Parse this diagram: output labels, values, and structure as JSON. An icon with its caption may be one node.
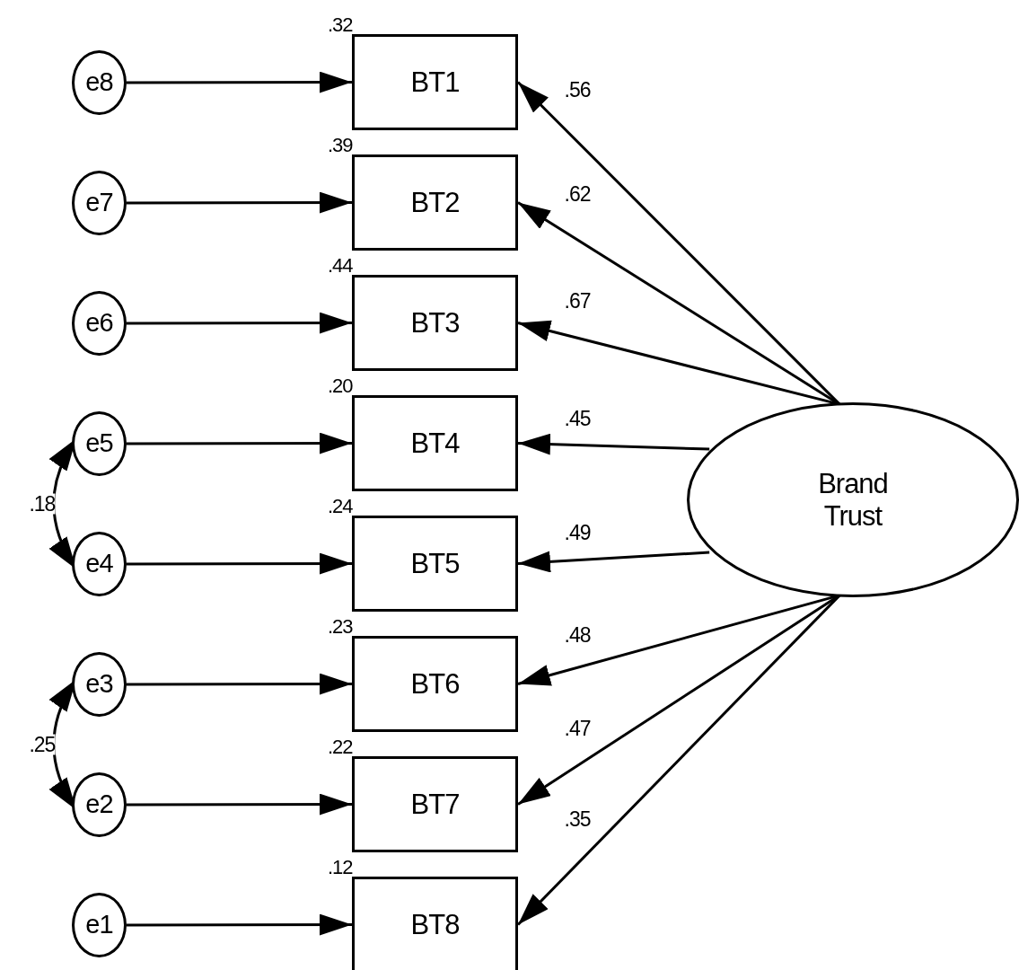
{
  "diagram": {
    "nodes": [
      {
        "text": [
          "e8"
        ]
      },
      {
        "text": [
          "e7"
        ]
      },
      {
        "text": [
          "e6"
        ]
      },
      {
        "text": [
          "e5"
        ]
      },
      {
        "text": [
          "e4"
        ]
      },
      {
        "text": [
          "e3"
        ]
      },
      {
        "text": [
          "e2"
        ]
      },
      {
        "text": [
          "e1"
        ]
      },
      {
        "text": [
          "BT1"
        ],
        "beside": [
          ".32"
        ]
      },
      {
        "text": [
          "BT2"
        ],
        "beside": [
          ".39"
        ]
      },
      {
        "text": [
          "BT3"
        ],
        "beside": [
          ".44"
        ]
      },
      {
        "text": [
          "BT4"
        ],
        "beside": [
          ".20"
        ]
      },
      {
        "text": [
          "BT5"
        ],
        "beside": [
          ".24"
        ]
      },
      {
        "text": [
          "BT6"
        ],
        "beside": [
          ".23"
        ]
      },
      {
        "text": [
          "BT7"
        ],
        "beside": [
          ".22"
        ]
      },
      {
        "text": [
          "BT8"
        ],
        "beside": [
          ".12"
        ]
      },
      {
        "text": [
          "Brand Trust"
        ]
      }
    ],
    "edges": [
      {
        "from": 0,
        "to": 8,
        "arrow": "to"
      },
      {
        "from": 1,
        "to": 9,
        "arrow": "to"
      },
      {
        "from": 2,
        "to": 10,
        "arrow": "to"
      },
      {
        "from": 3,
        "to": 11,
        "arrow": "to"
      },
      {
        "from": 4,
        "to": 12,
        "arrow": "to"
      },
      {
        "from": 5,
        "to": 13,
        "arrow": "to"
      },
      {
        "from": 6,
        "to": 14,
        "arrow": "to"
      },
      {
        "from": 7,
        "to": 15,
        "arrow": "to"
      },
      {
        "from": 16,
        "to": 8,
        "arrow": "to",
        "label": ".56"
      },
      {
        "from": 16,
        "to": 9,
        "arrow": "to",
        "label": ".62"
      },
      {
        "from": 16,
        "to": 10,
        "arrow": "to",
        "label": ".67"
      },
      {
        "from": 16,
        "to": 11,
        "arrow": "to",
        "label": ".45"
      },
      {
        "from": 16,
        "to": 12,
        "arrow": "to",
        "label": ".49"
      },
      {
        "from": 16,
        "to": 13,
        "arrow": "to",
        "label": ".48"
      },
      {
        "from": 16,
        "to": 14,
        "arrow": "to",
        "label": ".47"
      },
      {
        "from": 16,
        "to": 15,
        "arrow": "to",
        "label": ".35"
      },
      {
        "from": 3,
        "to": 4,
        "arrow": "both",
        "label": ".18"
      },
      {
        "from": 5,
        "to": 6,
        "arrow": "both",
        "label": ".25"
      }
    ]
  }
}
